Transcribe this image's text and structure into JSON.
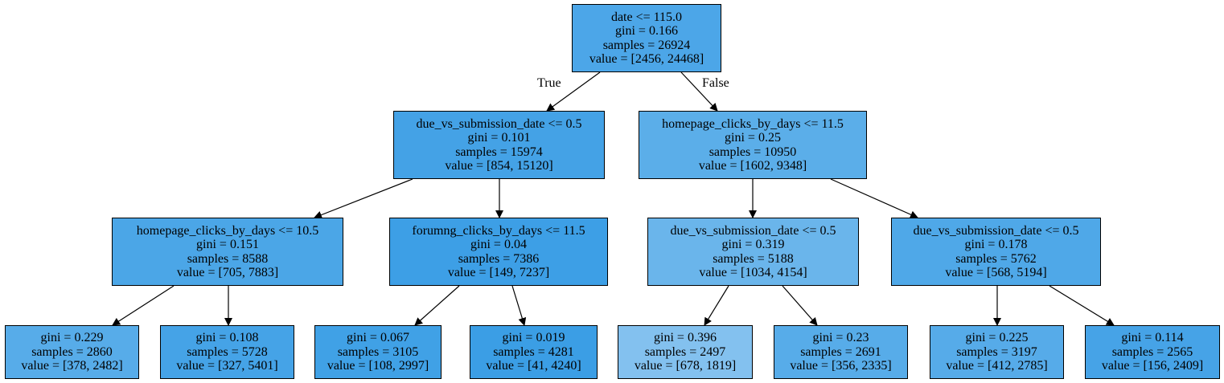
{
  "tree": {
    "nodes": [
      {
        "id": "n0",
        "lines": [
          "date <= 115.0",
          "gini = 0.166",
          "samples = 26924",
          "value = [2456, 24468]"
        ],
        "fill": "#4ca6e8"
      },
      {
        "id": "n1",
        "lines": [
          "due_vs_submission_date <= 0.5",
          "gini = 0.101",
          "samples = 15974",
          "value = [854, 15120]"
        ],
        "fill": "#44a2e6"
      },
      {
        "id": "n2",
        "lines": [
          "homepage_clicks_by_days <= 11.5",
          "gini = 0.25",
          "samples = 10950",
          "value = [1602, 9348]"
        ],
        "fill": "#5baee9"
      },
      {
        "id": "n3",
        "lines": [
          "homepage_clicks_by_days <= 10.5",
          "gini = 0.151",
          "samples = 8588",
          "value = [705, 7883]"
        ],
        "fill": "#4ba6e7"
      },
      {
        "id": "n4",
        "lines": [
          "forumng_clicks_by_days <= 11.5",
          "gini = 0.04",
          "samples = 7386",
          "value = [149, 7237]"
        ],
        "fill": "#3d9fe6"
      },
      {
        "id": "n5",
        "lines": [
          "due_vs_submission_date <= 0.5",
          "gini = 0.319",
          "samples = 5188",
          "value = [1034, 4154]"
        ],
        "fill": "#6ab5eb"
      },
      {
        "id": "n6",
        "lines": [
          "due_vs_submission_date <= 0.5",
          "gini = 0.178",
          "samples = 5762",
          "value = [568, 5194]"
        ],
        "fill": "#4fa8e8"
      },
      {
        "id": "n7",
        "lines": [
          "gini = 0.229",
          "samples = 2860",
          "value = [378, 2482]"
        ],
        "fill": "#57ace9"
      },
      {
        "id": "n8",
        "lines": [
          "gini = 0.108",
          "samples = 5728",
          "value = [327, 5401]"
        ],
        "fill": "#45a3e7"
      },
      {
        "id": "n9",
        "lines": [
          "gini = 0.067",
          "samples = 3105",
          "value = [108, 2997]"
        ],
        "fill": "#40a1e6"
      },
      {
        "id": "n10",
        "lines": [
          "gini = 0.019",
          "samples = 4281",
          "value = [41, 4240]"
        ],
        "fill": "#3b9ee5"
      },
      {
        "id": "n11",
        "lines": [
          "gini = 0.396",
          "samples = 2497",
          "value = [678, 1819]"
        ],
        "fill": "#83c1ef"
      },
      {
        "id": "n12",
        "lines": [
          "gini = 0.23",
          "samples = 2691",
          "value = [356, 2335]"
        ],
        "fill": "#57ace9"
      },
      {
        "id": "n13",
        "lines": [
          "gini = 0.225",
          "samples = 3197",
          "value = [412, 2785]"
        ],
        "fill": "#56abe9"
      },
      {
        "id": "n14",
        "lines": [
          "gini = 0.114",
          "samples = 2565",
          "value = [156, 2409]"
        ],
        "fill": "#46a3e7"
      }
    ],
    "edges": [
      {
        "from": "n0",
        "to": "n1",
        "label": "True"
      },
      {
        "from": "n0",
        "to": "n2",
        "label": "False"
      },
      {
        "from": "n1",
        "to": "n3",
        "label": ""
      },
      {
        "from": "n1",
        "to": "n4",
        "label": ""
      },
      {
        "from": "n2",
        "to": "n5",
        "label": ""
      },
      {
        "from": "n2",
        "to": "n6",
        "label": ""
      },
      {
        "from": "n3",
        "to": "n7",
        "label": ""
      },
      {
        "from": "n3",
        "to": "n8",
        "label": ""
      },
      {
        "from": "n4",
        "to": "n9",
        "label": ""
      },
      {
        "from": "n4",
        "to": "n10",
        "label": ""
      },
      {
        "from": "n5",
        "to": "n11",
        "label": ""
      },
      {
        "from": "n5",
        "to": "n12",
        "label": ""
      },
      {
        "from": "n6",
        "to": "n13",
        "label": ""
      },
      {
        "from": "n6",
        "to": "n14",
        "label": ""
      }
    ]
  }
}
